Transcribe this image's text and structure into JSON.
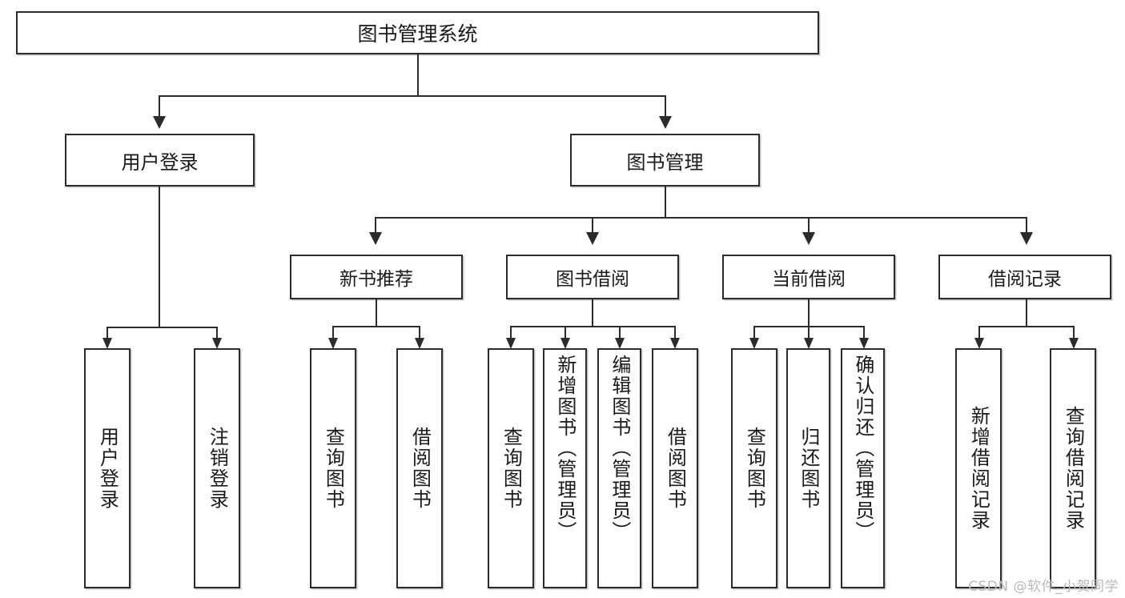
{
  "diagram": {
    "type": "tree-hierarchy-chart",
    "root": {
      "label": "图书管理系统"
    },
    "level2": [
      {
        "label": "用户登录"
      },
      {
        "label": "图书管理"
      }
    ],
    "level3": [
      {
        "label": "新书推荐"
      },
      {
        "label": "图书借阅"
      },
      {
        "label": "当前借阅"
      },
      {
        "label": "借阅记录"
      }
    ],
    "leaves": [
      {
        "label": "用户登录",
        "parent": "用户登录"
      },
      {
        "label": "注销登录",
        "parent": "用户登录"
      },
      {
        "label": "查询图书",
        "parent": "新书推荐"
      },
      {
        "label": "借阅图书",
        "parent": "新书推荐"
      },
      {
        "label": "查询图书",
        "parent": "图书借阅"
      },
      {
        "label": "新增图书（管理员）",
        "parent": "图书借阅"
      },
      {
        "label": "编辑图书（管理员）",
        "parent": "图书借阅"
      },
      {
        "label": "借阅图书",
        "parent": "图书借阅"
      },
      {
        "label": "查询图书",
        "parent": "当前借阅"
      },
      {
        "label": "归还图书",
        "parent": "当前借阅"
      },
      {
        "label": "确认归还（管理员）",
        "parent": "当前借阅"
      },
      {
        "label": "新增借阅记录",
        "parent": "借阅记录"
      },
      {
        "label": "查询借阅记录",
        "parent": "借阅记录"
      }
    ]
  },
  "watermark": {
    "text": "CSDN @软件_小贺同学"
  },
  "colors": {
    "stroke": "#2b2b2b",
    "background": "#ffffff",
    "text": "#1a1a1a",
    "watermark": "#b9b9b9"
  }
}
